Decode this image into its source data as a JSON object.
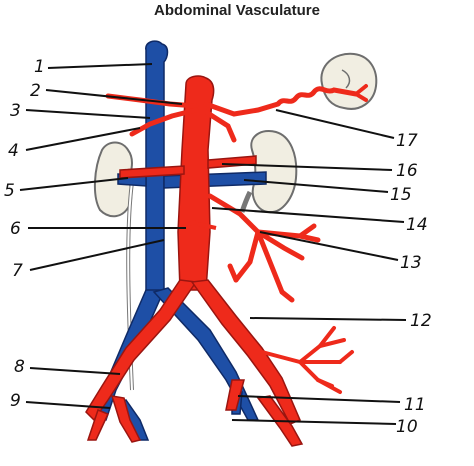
{
  "title": "Abdominal Vasculature",
  "colors": {
    "artery": "#ee2a1b",
    "artery_outline": "#9a1510",
    "vein": "#1e4fa6",
    "vein_outline": "#0f2a66",
    "kidney": "#f1eee2",
    "kidney_outline": "#6e6e6e",
    "leader": "#111111",
    "text": "#111111"
  },
  "labels": {
    "l1": "1",
    "l2": "2",
    "l3": "3",
    "l4": "4",
    "l5": "5",
    "l6": "6",
    "l7": "7",
    "l8": "8",
    "l9": "9",
    "l10": "10",
    "l11": "11",
    "l12": "12",
    "l13": "13",
    "l14": "14",
    "l15": "15",
    "l16": "16",
    "l17": "17"
  }
}
